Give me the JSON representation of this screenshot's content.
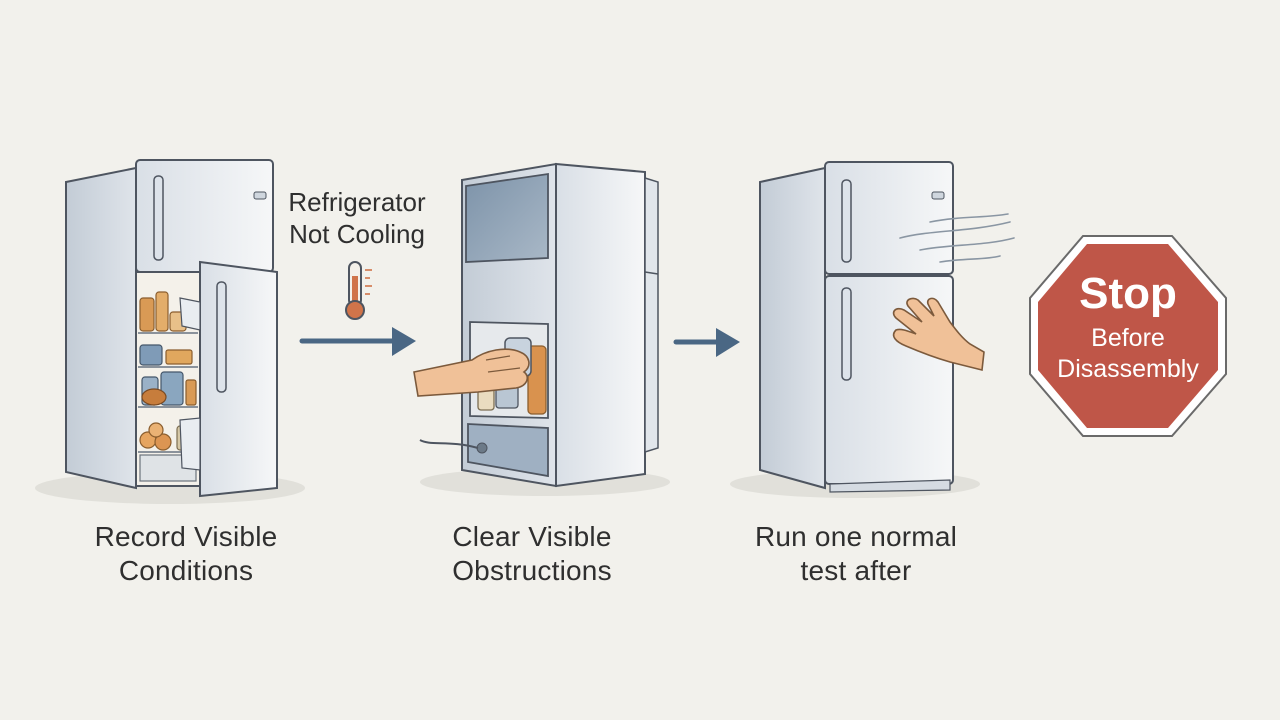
{
  "problem_label": {
    "line1": "Refrigerator",
    "line2": "Not Cooling"
  },
  "steps": [
    {
      "line1": "Record Visible",
      "line2": "Conditions"
    },
    {
      "line1": "Clear Visible",
      "line2": "Obstructions"
    },
    {
      "line1": "Run one normal",
      "line2": "test after"
    }
  ],
  "stop_sign": {
    "title": "Stop",
    "line1": "Before",
    "line2": "Disassembly"
  },
  "icons": [
    "thermometer-icon",
    "arrow-right-icon",
    "stop-sign-icon",
    "hand-icon"
  ],
  "colors": {
    "background": "#f2f1ec",
    "fridge_body": "#e9edf1",
    "fridge_outline": "#4e5560",
    "arrow": "#4a6784",
    "stop_red": "#bf5648",
    "food_amber": "#d99a55",
    "skin": "#f0c198",
    "freezer_panel": "#8fa3b8"
  }
}
